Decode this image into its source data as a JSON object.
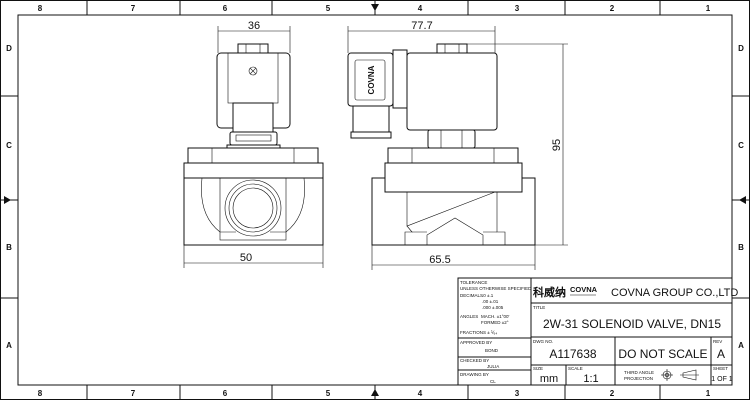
{
  "zones": {
    "columns": [
      "8",
      "7",
      "6",
      "5",
      "4",
      "3",
      "2",
      "1"
    ],
    "rows": [
      "D",
      "C",
      "B",
      "A"
    ]
  },
  "dimensions": {
    "front_coil_width": "36",
    "front_body_width": "50",
    "side_overall_width": "77.7",
    "side_body_length": "65.5",
    "overall_height": "95"
  },
  "coil_label": "COVNA",
  "title_block": {
    "tolerance": {
      "heading": "TOLERANCE",
      "note": "UNLESS OTHERWISE SPECIFIED",
      "decimals_label": "DECIMALS",
      "decimals_values": [
        ".0  ±.1",
        ".00  ±.01",
        ".000  ±.005"
      ],
      "angles_label": "ANGLES",
      "angles_values": [
        "MACH.  ±1°00'",
        "FORMED  ±2°"
      ],
      "fractions_label": "FRACTIONS  ± ⅟₆₄"
    },
    "approved_by_label": "APPROVED BY",
    "approved_by": "BOND",
    "checked_by_label": "CHECKED BY",
    "checked_by": "JULIA",
    "drawing_by_label": "DRAWING BY",
    "drawing_by": "CL",
    "company_cn": "科威纳",
    "brand": "COVNA",
    "company": "COVNA GROUP CO.,LTD",
    "title_label": "TITLE",
    "title": "2W-31 SOLENOID VALVE, DN15",
    "dwg_no_label": "DWG NO.",
    "dwg_no": "A117638",
    "do_not_scale": "DO NOT SCALE",
    "rev_label": "REV",
    "rev": "A",
    "size_label": "SIZE",
    "size": "mm",
    "scale_label": "SCALE",
    "scale": "1:1",
    "projection_label_1": "THIRD ANGLE",
    "projection_label_2": "PROJECTION",
    "sheet_label": "SHEET",
    "sheet": "1 OF 1"
  }
}
